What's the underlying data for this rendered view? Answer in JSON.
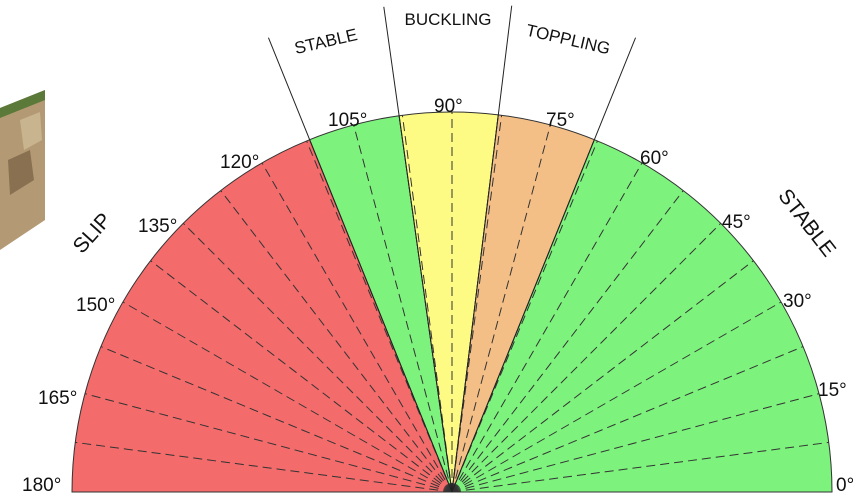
{
  "zones": {
    "stable_top": "STABLE",
    "buckling": "BUCKLING",
    "toppling": "TOPPLING",
    "slip": "SLIP",
    "stable_right": "STABLE"
  },
  "angles": [
    "180°",
    "165°",
    "150°",
    "135°",
    "120°",
    "105°",
    "90°",
    "75°",
    "60°",
    "45°",
    "30°",
    "15°",
    "0°"
  ],
  "sectors": [
    {
      "zone": "slip",
      "from_deg": 180,
      "to_deg": 112,
      "color": "#f36b6b"
    },
    {
      "zone": "stable",
      "from_deg": 112,
      "to_deg": 98,
      "color": "#7df27d"
    },
    {
      "zone": "buckling",
      "from_deg": 98,
      "to_deg": 83,
      "color": "#fdfb84"
    },
    {
      "zone": "toppling",
      "from_deg": 83,
      "to_deg": 68,
      "color": "#f3bf86"
    },
    {
      "zone": "stable",
      "from_deg": 68,
      "to_deg": 0,
      "color": "#7df27d"
    }
  ],
  "dashed_line_angles_deg": [
    180,
    172.5,
    165,
    157.5,
    150,
    142.5,
    135,
    127.5,
    120,
    112.5,
    105,
    97.5,
    90,
    82.5,
    75,
    67.5,
    60,
    52.5,
    45,
    37.5,
    30,
    22.5,
    15,
    7.5,
    0
  ],
  "zone_boundary_angles_deg": [
    112,
    98,
    83,
    68
  ]
}
